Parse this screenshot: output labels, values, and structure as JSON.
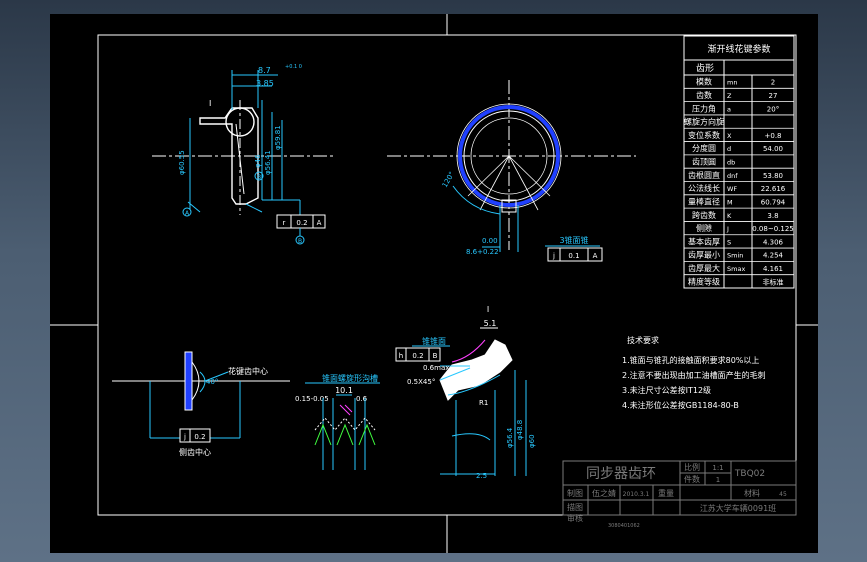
{
  "param_table": {
    "title": "渐开线花键参数",
    "header": [
      "齿形"
    ],
    "rows": [
      {
        "name": "模数",
        "sym": "mn",
        "val": "2"
      },
      {
        "name": "齿数",
        "sym": "Z",
        "val": "27"
      },
      {
        "name": "压力角",
        "sym": "a",
        "val": "20°"
      },
      {
        "name": "螺旋方向旋",
        "sym": "",
        "val": ""
      },
      {
        "name": "变位系数",
        "sym": "X",
        "val": "+0.8"
      },
      {
        "name": "分度圆",
        "sym": "d",
        "val": "54.00"
      },
      {
        "name": "齿顶圆",
        "sym": "db",
        "val": ""
      },
      {
        "name": "齿根圆直",
        "sym": "dnf",
        "val": "53.80"
      },
      {
        "name": "公法线长",
        "sym": "WF",
        "val": "22.616"
      },
      {
        "name": "量棒直径",
        "sym": "M",
        "val": "60.794"
      },
      {
        "name": "跨齿数",
        "sym": "K",
        "val": "3.8"
      },
      {
        "name": "侧隙",
        "sym": "J",
        "val": "0.08~0.125"
      },
      {
        "name": "基本齿厚",
        "sym": "S",
        "val": "4.306"
      },
      {
        "name": "齿厚最小",
        "sym": "Smin",
        "val": "4.254"
      },
      {
        "name": "齿厚最大",
        "sym": "Smax",
        "val": "4.161"
      },
      {
        "name": "精度等级",
        "sym": "",
        "val": "非标准"
      }
    ]
  },
  "dims": {
    "d1": "8.7",
    "d1_tol": "+0.1\n0",
    "d2": "3.85",
    "d3": "I",
    "d_phi1": "φ60.55",
    "d_phi2": "φ46",
    "d_phi3": "φ56.41",
    "d_phi4": "φ59.81",
    "d_a": "A",
    "d_b": "B",
    "tol_r": "r",
    "tol_v": "0.2",
    "tol_ref": "A",
    "angle": "120°",
    "d_z1": "0.00",
    "d_z2": "8.6+0.22",
    "face_label": "3锥面锥",
    "face_tol": "0.1",
    "face_ref": "A",
    "spline_center": "花键齿中心",
    "tooth_angle": "40°",
    "sym_tol": "j",
    "sym_v": "0.2",
    "tooth_center": "侧齿中心",
    "cone_label": "锥面螺旋形沟槽",
    "cone_d1": "10.1",
    "cone_d2": "0.15-0.05",
    "cone_d3": "0.6",
    "end_label": "锥锥面",
    "end_tol": "h",
    "end_v": "0.2",
    "end_ref": "B",
    "dI": "I",
    "d51": "5.1",
    "dmax": "0.6max",
    "d45": "0.5X45°",
    "dR1": "R1",
    "d25": "2.5",
    "dphi5": "φ56.4",
    "dphi6": "φ48.8",
    "dphi7": "φ60"
  },
  "notes": {
    "title": "技术要求",
    "items": [
      "1.锥面与锥孔的接触面积要求80%以上",
      "2.注意不要出现由加工油槽面产生的毛刺",
      "3.未注尺寸公差按IT12级",
      "4.未注形位公差按GB1184-80-B"
    ]
  },
  "title_block": {
    "name": "同步器齿环",
    "scale_label": "比例",
    "qty_label": "件数",
    "scale_v": "1:1",
    "qty_v": "1",
    "code": "TBQ02",
    "draw": "制图",
    "drawer": "伍之婧",
    "date": "2010.3.1",
    "weight": "重量",
    "material": "材料",
    "material_v": "45",
    "design": "描图",
    "review": "审核",
    "school": "江苏大学车辆0091班",
    "student": "3080401062"
  },
  "colors": {
    "white": "#ffffff",
    "cyan": "#28c8ff",
    "blue": "#2040ff",
    "yellow": "#ffff60",
    "green": "#40ff40",
    "magenta": "#ff40ff"
  }
}
